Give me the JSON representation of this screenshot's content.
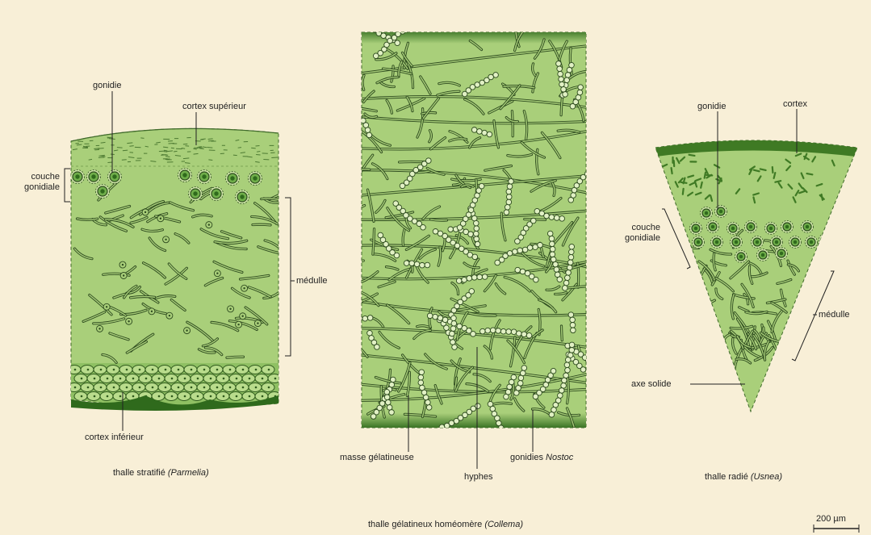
{
  "colors": {
    "background": "#f8efd7",
    "tissue": "#a9cf7a",
    "tissue_dark": "#4f8a2c",
    "edge": "#2f6a1c",
    "hypha": "#2d4a1e",
    "gonidia_fill": "#6fae4a"
  },
  "parmelia": {
    "caption": "thalle stratifié",
    "caption_genus": "(Parmelia)",
    "gonidie": "gonidie",
    "cortex_superieur": "cortex supérieur",
    "couche_gonidiale_1": "couche",
    "couche_gonidiale_2": "gonidiale",
    "medulle": "médulle",
    "cortex_inferieur": "cortex inférieur"
  },
  "collema": {
    "caption": "thalle gélatineux homéomère",
    "caption_genus": "(Collema)",
    "masse": "masse gélatineuse",
    "hyphes": "hyphes",
    "gonidies": "gonidies",
    "gonidies_genus": "Nostoc"
  },
  "usnea": {
    "caption": "thalle radié",
    "caption_genus": "(Usnea)",
    "cortex": "cortex",
    "gonidie": "gonidie",
    "couche_gonidiale_1": "couche",
    "couche_gonidiale_2": "gonidiale",
    "medulle": "médulle",
    "axe": "axe solide"
  },
  "scale_bar": "200 µm"
}
